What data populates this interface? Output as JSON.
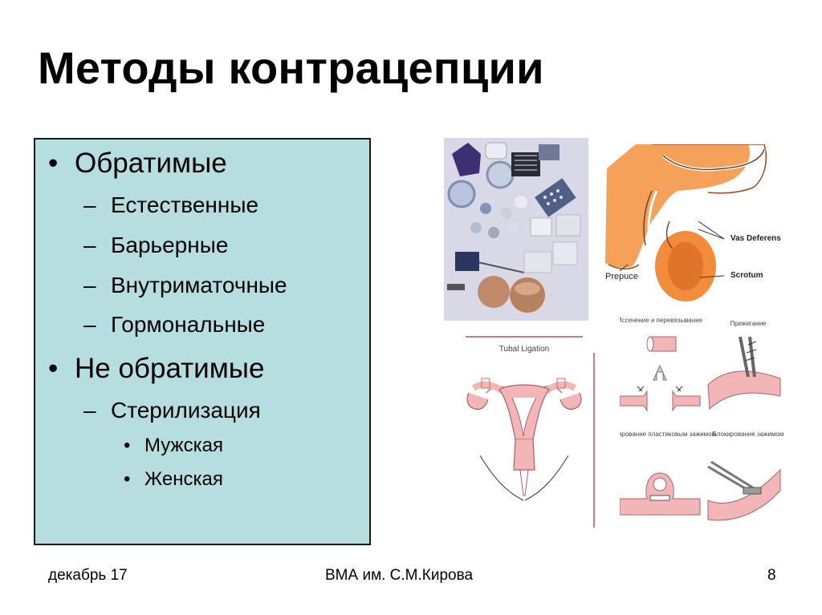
{
  "slide": {
    "title": "Методы контрацепции",
    "outline": {
      "reversible": {
        "label": "Обратимые",
        "items": [
          "Естественные",
          "Барьерные",
          "Внутриматочные",
          "Гормональные"
        ]
      },
      "irreversible": {
        "label": "Не обратимые",
        "sterilization": {
          "label": "Стерилизация",
          "items": [
            "Мужская",
            "Женская"
          ]
        }
      },
      "bullet_glyph": "•",
      "dash_glyph": "–"
    },
    "figures": {
      "male_anatomy": {
        "labels": [
          "Vas Deferens",
          "Prepuce",
          "Scrotum"
        ]
      },
      "tubal": {
        "caption": "Tubal Ligation"
      },
      "methods": {
        "cut_tie": "Иссечение и перевязывание",
        "cauterize": "Прижигание",
        "plastic_clip": "Блокирование пластиковым зажимом",
        "clamp": "Блокирование зажимом"
      }
    }
  },
  "footer": {
    "date": "декабрь 17",
    "org": "ВМА им. С.М.Кирова",
    "page": "8"
  },
  "colors": {
    "box_fill": "#b6dde0",
    "anatomy_orange": "#f08a3a",
    "tissue_pink": "#f2b6b6",
    "divider": "#b88585"
  }
}
